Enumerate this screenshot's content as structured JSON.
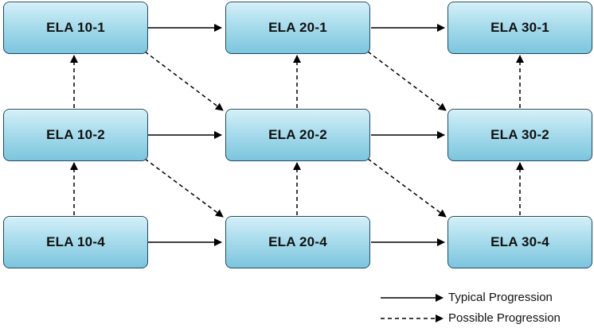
{
  "courses": {
    "ela_10_1": "ELA 10-1",
    "ela_20_1": "ELA 20-1",
    "ela_30_1": "ELA 30-1",
    "ela_10_2": "ELA 10-2",
    "ela_20_2": "ELA 20-2",
    "ela_30_2": "ELA 30-2",
    "ela_10_4": "ELA 10-4",
    "ela_20_4": "ELA 20-4",
    "ela_30_4": "ELA 30-4"
  },
  "legend": {
    "typical": "Typical Progression",
    "possible": "Possible Progression"
  },
  "colors": {
    "box_border": "#1f4a63",
    "box_fill_top": "#d4f0f8",
    "box_fill_bottom": "#7cc5de",
    "arrow": "#000000"
  }
}
